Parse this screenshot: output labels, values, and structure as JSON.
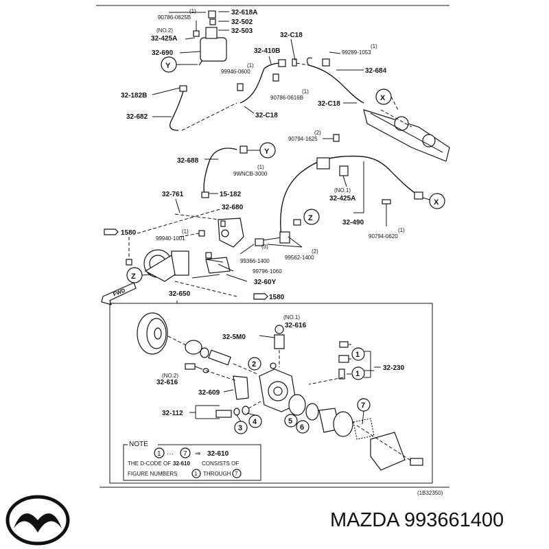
{
  "diagram_code": "(1B32350)",
  "brand_line": "MAZDA 993661400",
  "callouts": {
    "x": "X",
    "y": "Y",
    "z": "Z",
    "fwd": "FWD"
  },
  "labels": {
    "l32_618A": "32-618A",
    "l90786_0625B": "90786-0625B",
    "q_90786_0625B": "(1)",
    "l32_502": "32-502",
    "l32_503": "32-503",
    "l32_425A_top": "32-425A",
    "q_32_425A_top": "(NO.2)",
    "l32_690": "32-690",
    "l32_410B": "32-410B",
    "l32_C18_a": "32-C18",
    "l99289_1053": "99289-1053",
    "q_99289_1053": "(1)",
    "l32_684": "32-684",
    "l99946_0600": "99946-0600",
    "q_99946_0600": "(1)",
    "l90786_0616B": "90786-0616B",
    "q_90786_0616B": "(1)",
    "l32_182B": "32-182B",
    "l32_C18_b": "32-C18",
    "l32_682": "32-682",
    "l32_C18_c": "32-C18",
    "l90794_1625": "90794-1625",
    "q_90794_1625": "(2)",
    "l32_688": "32-688",
    "l9WNCB_3000": "9WNCB-3000",
    "q_9WNCB_3000": "(1)",
    "l32_761": "32-761",
    "l15_182": "15-182",
    "l32_425A_mid": "32-425A",
    "q_32_425A_mid": "(NO.1)",
    "l32_680": "32-680",
    "l1580_a": "1580",
    "l99940_1001": "99940-1001",
    "q_99940_1001": "(1)",
    "l32_490": "32-490",
    "l90794_0620": "90794-0620",
    "q_90794_0620": "(1)",
    "l99366_1400": "99366-1400",
    "q_99366_1400": "(3)",
    "l99562_1400": "99562-1400",
    "q_99562_1400": "(2)",
    "l99796_1060": "99796-1060",
    "l32_60Y": "32-60Y",
    "l32_650": "32-650",
    "l1580_b": "1580",
    "l32_616_top": "32-616",
    "q_32_616_top": "(NO.1)",
    "l32_5M0": "32-5M0",
    "l32_230": "32-230",
    "l32_616_left": "32-616",
    "q_32_616_left": "(NO.2)",
    "l32_609": "32-609",
    "l32_112": "32-112"
  },
  "circled_numbers": [
    "1",
    "2",
    "3",
    "4",
    "5",
    "6",
    "7"
  ],
  "note": {
    "heading": "NOTE",
    "range_from": "1",
    "range_sep": "···",
    "range_to": "7",
    "arrow": "⇒",
    "code": "32-610",
    "line2_pre": "THE D-CODE OF",
    "line2_code": "32-610",
    "line2_post": "CONSISTS OF",
    "line3_pre": "FIGURE NUMBERS",
    "line3_from": "1",
    "line3_mid": "THROUGH",
    "line3_to": "7"
  }
}
